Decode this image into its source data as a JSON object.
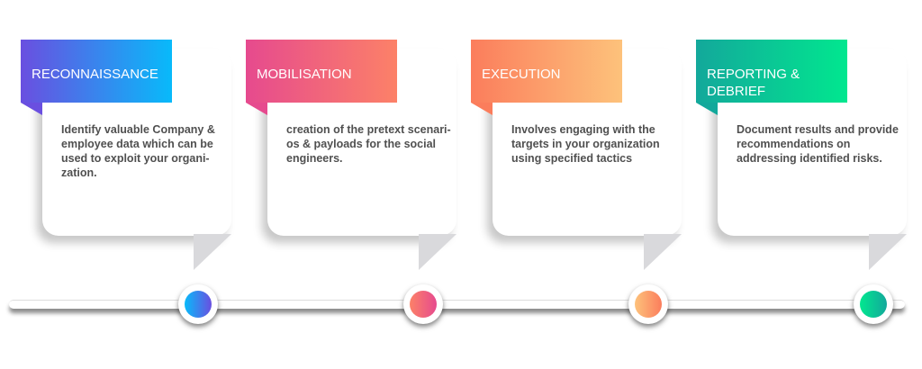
{
  "steps": [
    {
      "title": "RECONNAISSANCE",
      "description": "Identify valuable Company & employee data which can be used to exploit your organi-zation.",
      "color_start": "#6a4fe0",
      "color_end": "#08bafa"
    },
    {
      "title": "MOBILISATION",
      "description": "creation of the pretext scenari-os & payloads for the social engineers.",
      "color_start": "#e64a8e",
      "color_end": "#fc8168"
    },
    {
      "title": "EXECUTION",
      "description": "Involves engaging with the targets in your organization using specified tactics",
      "color_start": "#fb7d5c",
      "color_end": "#fdc27b"
    },
    {
      "title": "REPORTING & DEBRIEF",
      "description": "Document results and provide recommendations on addressing identified risks.",
      "color_start": "#13a89b",
      "color_end": "#01e78f"
    }
  ]
}
